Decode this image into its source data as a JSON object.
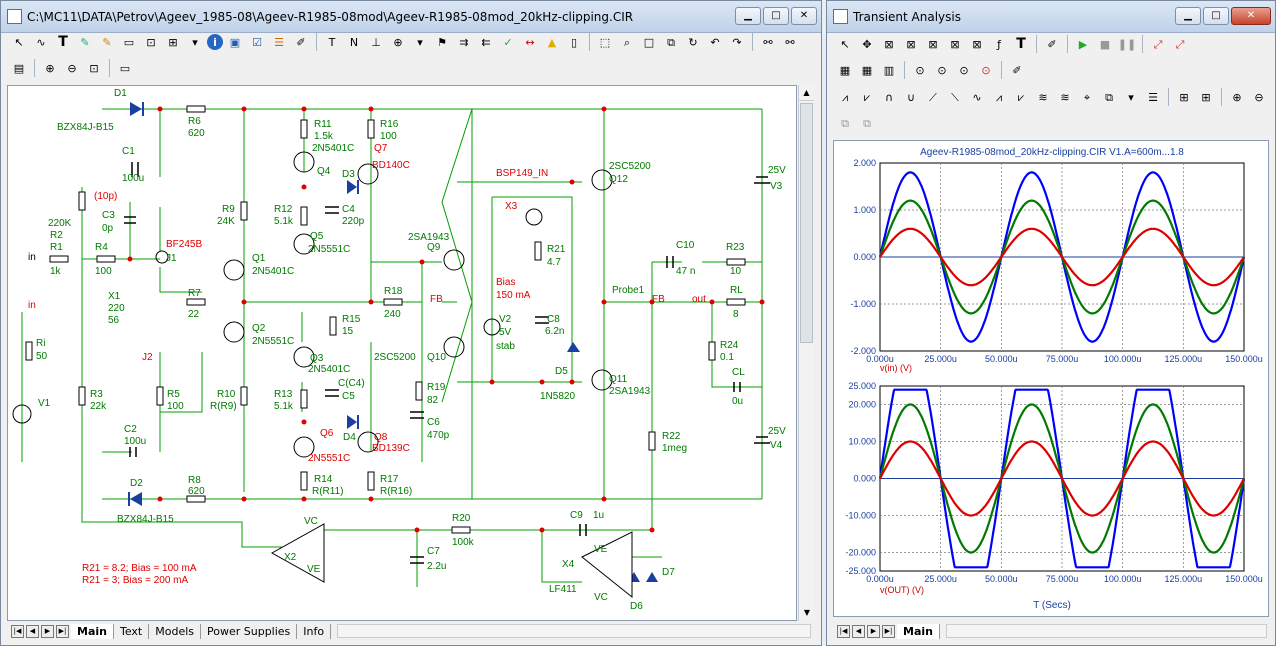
{
  "schematic_window": {
    "title": "C:\\MC11\\DATA\\Petrov\\Ageev_1985-08\\Ageev-R1985-08mod\\Ageev-R1985-08mod_20kHz-clipping.CIR",
    "tabs": [
      "Main",
      "Text",
      "Models",
      "Power Supplies",
      "Info"
    ],
    "active_tab": "Main",
    "nav_buttons": [
      "|◀",
      "◀",
      "▶",
      "▶|"
    ],
    "components": {
      "d1": "D1",
      "d1_model": "BZX84J-B15",
      "d2": "D2",
      "d2_model": "BZX84J-B15",
      "r6": "R6",
      "r6_val": "620",
      "r8": "R8",
      "r8_val": "620",
      "c1": "C1",
      "c1_val": "100u",
      "c3": "C3",
      "c3_val": "0p",
      "c3_note": "(10p)",
      "r2": "R2",
      "r2_val": "220K",
      "r1": "R1",
      "r1_val": "1k",
      "r4": "R4",
      "r4_val": "100",
      "j1": "J1",
      "j1_model": "BF245B",
      "x1": "X1",
      "x1_val1": "220",
      "x1_val2": "56",
      "r7": "R7",
      "r7_val": "22",
      "r3": "R3",
      "r3_val": "22k",
      "j2": "J2",
      "r5": "R5",
      "r5_val": "100",
      "c2": "C2",
      "c2_val": "100u",
      "ri": "Ri",
      "ri_val": "50",
      "v1": "V1",
      "in1": "in",
      "in2": "in",
      "r9": "R9",
      "r9_val": "24K",
      "r10": "R10",
      "r10_val": "R(R9)",
      "q1": "Q1",
      "q1_model": "2N5401C",
      "q2": "Q2",
      "q2_model": "2N5551C",
      "r11": "R11",
      "r11_val": "1.5k",
      "r12": "R12",
      "r12_val": "5.1k",
      "q4": "Q4",
      "q4_model": "2N5401C",
      "c4": "C4",
      "c4_val": "220p",
      "q5": "Q5",
      "q5_model": "2N5551C",
      "d3": "D3",
      "r16": "R16",
      "r16_val": "100",
      "q7": "Q7",
      "q7_model": "BD140C",
      "q3": "Q3",
      "q3_model": "2N5401C",
      "r13": "R13",
      "r13_val": "5.1k",
      "c5": "C5",
      "c5_val": "C(C4)",
      "q6": "Q6",
      "q6_model": "2N5551C",
      "d4": "D4",
      "q8": "Q8",
      "q8_model": "BD139C",
      "r14": "R14",
      "r14_val": "R(R11)",
      "r17": "R17",
      "r17_val": "R(R16)",
      "r15": "R15",
      "r15_val": "15",
      "r18": "R18",
      "r18_val": "240",
      "fb1": "FB",
      "q9": "Q9",
      "q9_model": "2SA1943",
      "q10": "Q10",
      "q10_model": "2SC5200",
      "r19": "R19",
      "r19_val": "82",
      "c6": "C6",
      "c6_val": "470p",
      "bsp": "BSP149_IN",
      "x3": "X3",
      "r21": "R21",
      "r21_val": "4.7",
      "bias": "Bias",
      "bias_val": "150 mA",
      "v2": "V2",
      "v2_val": "5V",
      "v2_stab": "stab",
      "c8": "C8",
      "c8_val": "6.2n",
      "d5": "D5",
      "d5_model": "1N5820",
      "q12": "Q12",
      "q12_model": "2SC5200",
      "q11": "Q11",
      "q11_model": "2SA1943",
      "probe": "Probe1",
      "fb2": "FB",
      "out": "out",
      "c10": "C10",
      "c10_val": "47 n",
      "r23": "R23",
      "r23_val": "10",
      "rl": "RL",
      "rl_val": "8",
      "r24": "R24",
      "r24_val": "0.1",
      "cl": "CL",
      "cl_val": "0u",
      "r22": "R22",
      "r22_val": "1meg",
      "v3": "V3",
      "v3_val": "25V",
      "v4": "V4",
      "v4_val": "25V",
      "x2": "X2",
      "vc": "VC",
      "ve": "VE",
      "r20": "R20",
      "r20_val": "100k",
      "c7": "C7",
      "c7_val": "2.2u",
      "c9": "C9",
      "c9_val": "1u",
      "x4": "X4",
      "x4_model": "LF411",
      "ve2": "VE",
      "vc2": "VC",
      "d6": "D6",
      "d7": "D7",
      "note1": "R21 = 8.2; Bias = 100 mA",
      "note2": "R21 = 3; Bias = 200 mA"
    }
  },
  "analysis_window": {
    "title": "Transient Analysis",
    "tabs": [
      "Main"
    ],
    "active_tab": "Main",
    "plot1_title": "Ageev-R1985-08mod_20kHz-clipping.CIR V1.A=600m...1.8",
    "xlabel": "T (Secs)"
  },
  "chart_data": [
    {
      "type": "line",
      "title": "Ageev-R1985-08mod_20kHz-clipping.CIR V1.A=600m...1.8",
      "ylabel": "v(in) (V)",
      "xlim": [
        0,
        150
      ],
      "ylim": [
        -2.0,
        2.0
      ],
      "grid": true,
      "x_tick_labels": [
        "0.000u",
        "25.000u",
        "50.000u",
        "75.000u",
        "100.000u",
        "125.000u",
        "150.000u"
      ],
      "y_tick_labels": [
        "2.000",
        "1.000",
        "0.000",
        "-1.000",
        "-2.000"
      ],
      "series": [
        {
          "color": "#0000ff",
          "amplitude": 1.8,
          "frequency_khz": 20
        },
        {
          "color": "#007a00",
          "amplitude": 1.2,
          "frequency_khz": 20
        },
        {
          "color": "#dd0000",
          "amplitude": 0.6,
          "frequency_khz": 20
        }
      ]
    },
    {
      "type": "line",
      "ylabel": "v(OUT) (V)",
      "xlim": [
        0,
        150
      ],
      "ylim": [
        -25,
        25
      ],
      "grid": true,
      "x_tick_labels": [
        "0.000u",
        "25.000u",
        "50.000u",
        "75.000u",
        "100.000u",
        "125.000u",
        "150.000u"
      ],
      "y_tick_labels": [
        "25.000",
        "20.000",
        "10.000",
        "0.000",
        "-10.000",
        "-20.000",
        "-25.000"
      ],
      "series": [
        {
          "color": "#0000ff",
          "amplitude": 36,
          "clip": 24,
          "frequency_khz": 20
        },
        {
          "color": "#007a00",
          "amplitude": 20,
          "frequency_khz": 20
        },
        {
          "color": "#dd0000",
          "amplitude": 10,
          "frequency_khz": 20
        }
      ]
    }
  ]
}
